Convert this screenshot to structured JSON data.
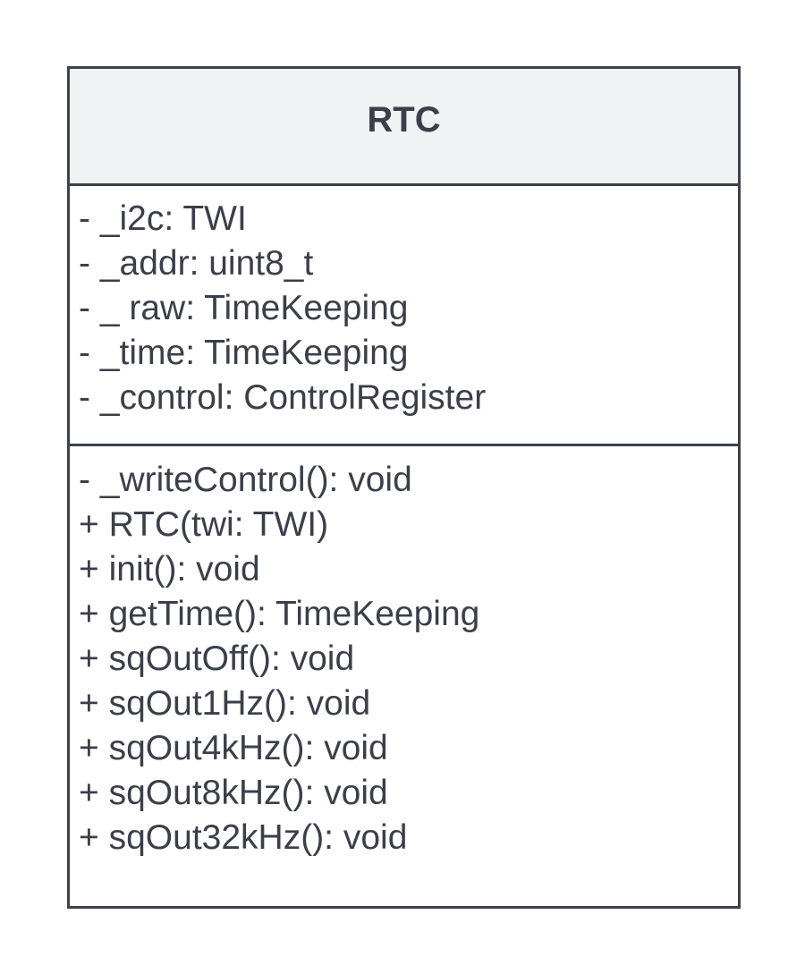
{
  "class": {
    "name": "RTC",
    "attributes": [
      "- _i2c: TWI",
      "- _addr: uint8_t",
      "- _ raw: TimeKeeping",
      "- _time: TimeKeeping",
      "- _control: ControlRegister"
    ],
    "operations": [
      "- _writeControl(): void",
      "+ RTC(twi: TWI)",
      "+ init(): void",
      "+ getTime(): TimeKeeping",
      "+ sqOutOff(): void",
      "+ sqOut1Hz(): void",
      "+ sqOut4kHz(): void",
      "+ sqOut8kHz(): void",
      "+ sqOut32kHz(): void"
    ]
  }
}
